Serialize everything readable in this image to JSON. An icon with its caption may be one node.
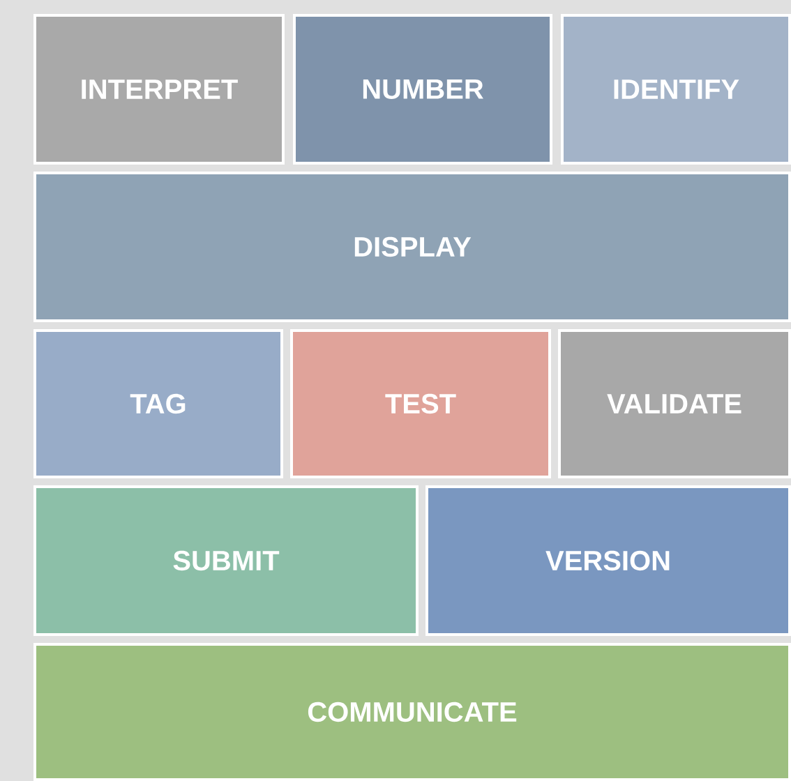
{
  "diagram": {
    "nodes": [
      {
        "text": [
          "INTERPRET"
        ]
      },
      {
        "text": [
          "NUMBER"
        ]
      },
      {
        "text": [
          "IDENTIFY"
        ]
      },
      {
        "text": [
          "DISPLAY"
        ]
      },
      {
        "text": [
          "TAG"
        ]
      },
      {
        "text": [
          "TEST"
        ]
      },
      {
        "text": [
          "VALIDATE"
        ]
      },
      {
        "text": [
          "SUBMIT"
        ]
      },
      {
        "text": [
          "VERSION"
        ]
      },
      {
        "text": [
          "COMMUNICATE"
        ]
      }
    ]
  }
}
